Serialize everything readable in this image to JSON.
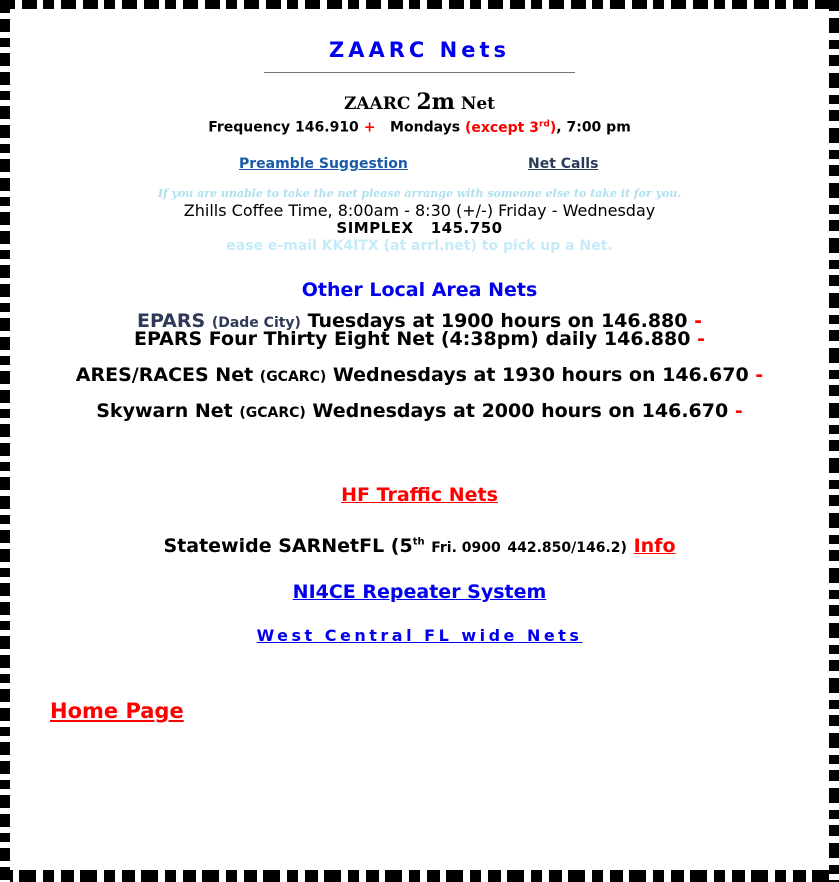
{
  "header": {
    "title": "ZAARC Nets"
  },
  "zaarc_net": {
    "title_prefix": "ZAARC",
    "title_band": "2m",
    "title_suffix": "Net",
    "frequency_label": "Frequency 146.910",
    "frequency_offset": "+",
    "day": "Mondays",
    "exception_open": "(except 3",
    "exception_sup": "rd",
    "exception_close": ")",
    "time": ", 7:00 pm"
  },
  "links": {
    "preamble": "Preamble Suggestion",
    "net_calls": "Net Calls"
  },
  "notes": {
    "unable_note": "If you are unable to take the net please arrange with someone else to take it for you.",
    "coffee": "Zhills Coffee Time, 8:00am - 8:30 (+/-) Friday - Wednesday",
    "simplex": "SIMPLEX   145.750",
    "email_note": "ease e-mail KK4ITX (at arrl.net) to pick up a Net."
  },
  "other_nets": {
    "title": "Other Local Area Nets",
    "epars": {
      "name": "EPARS",
      "location": "(Dade City)",
      "schedule": "Tuesdays at 1900 hours on 146.880",
      "offset": "-"
    },
    "epars_438": {
      "text": "EPARS Four Thirty Eight Net (4:38pm) daily 146.880",
      "offset": "-"
    },
    "ares": {
      "name": "ARES/RACES Net",
      "org": "(GCARC)",
      "schedule": "Wednesdays at 1930 hours on 146.670",
      "offset": "-"
    },
    "skywarn": {
      "name": "Skywarn Net",
      "org": "(GCARC)",
      "schedule": "Wednesdays at 2000 hours on 146.670",
      "offset": "-"
    }
  },
  "hf": {
    "label": "HF Traffic Nets"
  },
  "statewide": {
    "prefix": "Statewide SARNetFL (5",
    "sup": "th",
    "day_time": "Fri. 0900",
    "freq": "442.850/146.2)",
    "info_link": "Info"
  },
  "ni4ce": {
    "label": "NI4CE Repeater System"
  },
  "west_central": {
    "label": "West Central FL wide Nets"
  },
  "home": {
    "label": "Home Page"
  }
}
